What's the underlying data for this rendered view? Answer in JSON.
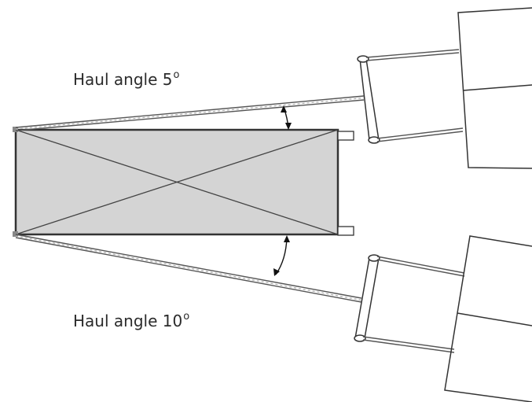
{
  "labels": {
    "top": {
      "text": "Haul angle 5",
      "sup": "o"
    },
    "bottom": {
      "text": "Haul angle 10",
      "sup": "o"
    }
  },
  "colors": {
    "panel_fill": "#d4d4d4",
    "line": "#333333",
    "rope": "#5a5a5a"
  }
}
